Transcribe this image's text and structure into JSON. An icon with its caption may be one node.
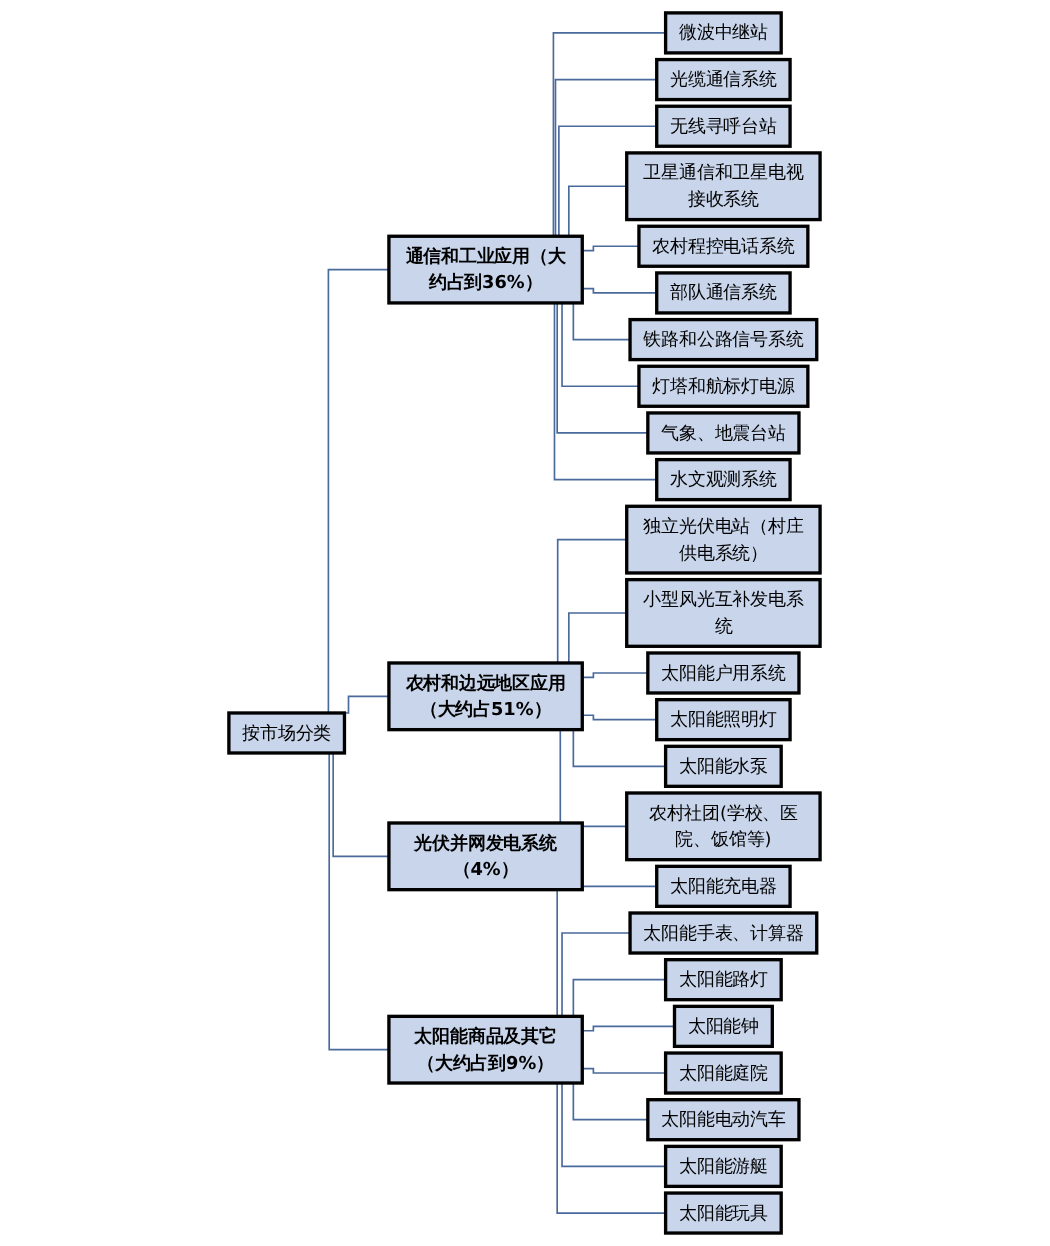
{
  "diagram": {
    "nodes": [
      {
        "text": [
          "按市场分类"
        ]
      },
      {
        "text": [
          "通信和工业应用（大约占到36%）"
        ]
      },
      {
        "text": [
          "微波中继站"
        ]
      },
      {
        "text": [
          "光缆通信系统"
        ]
      },
      {
        "text": [
          "无线寻呼台站"
        ]
      },
      {
        "text": [
          "卫星通信和卫星电视接收系统"
        ]
      },
      {
        "text": [
          "农村程控电话系统"
        ]
      },
      {
        "text": [
          "部队通信系统"
        ]
      },
      {
        "text": [
          "铁路和公路信号系统"
        ]
      },
      {
        "text": [
          "灯塔和航标灯电源"
        ]
      },
      {
        "text": [
          "气象、地震台站"
        ]
      },
      {
        "text": [
          "水文观测系统"
        ]
      },
      {
        "text": [
          "农村和边远地区应用（大约占51%）"
        ]
      },
      {
        "text": [
          "独立光伏电站（村庄供电系统）"
        ]
      },
      {
        "text": [
          "小型风光互补发电系统"
        ]
      },
      {
        "text": [
          "太阳能户用系统"
        ]
      },
      {
        "text": [
          "太阳能照明灯"
        ]
      },
      {
        "text": [
          "太阳能水泵"
        ]
      },
      {
        "text": [
          "农村社团(学校、医院、饭馆等)"
        ]
      },
      {
        "text": [
          "光伏并网发电系统（4%）"
        ]
      },
      {
        "text": [
          "太阳能商品及其它（大约占到9%）"
        ]
      },
      {
        "text": [
          "太阳能充电器"
        ]
      },
      {
        "text": [
          "太阳能手表、计算器"
        ]
      },
      {
        "text": [
          "太阳能路灯"
        ]
      },
      {
        "text": [
          "太阳能钟"
        ]
      },
      {
        "text": [
          "太阳能庭院"
        ]
      },
      {
        "text": [
          "太阳能电动汽车"
        ]
      },
      {
        "text": [
          "太阳能游艇"
        ]
      },
      {
        "text": [
          "太阳能玩具"
        ]
      }
    ],
    "edges": [
      {
        "from": 0,
        "to": 1,
        "arrow": "none"
      },
      {
        "from": 0,
        "to": 12,
        "arrow": "none"
      },
      {
        "from": 0,
        "to": 19,
        "arrow": "none"
      },
      {
        "from": 0,
        "to": 20,
        "arrow": "none"
      },
      {
        "from": 1,
        "to": 2,
        "arrow": "none"
      },
      {
        "from": 1,
        "to": 3,
        "arrow": "none"
      },
      {
        "from": 1,
        "to": 4,
        "arrow": "none"
      },
      {
        "from": 1,
        "to": 5,
        "arrow": "none"
      },
      {
        "from": 1,
        "to": 6,
        "arrow": "none"
      },
      {
        "from": 1,
        "to": 7,
        "arrow": "none"
      },
      {
        "from": 1,
        "to": 8,
        "arrow": "none"
      },
      {
        "from": 1,
        "to": 9,
        "arrow": "none"
      },
      {
        "from": 1,
        "to": 10,
        "arrow": "none"
      },
      {
        "from": 1,
        "to": 11,
        "arrow": "none"
      },
      {
        "from": 12,
        "to": 13,
        "arrow": "none"
      },
      {
        "from": 12,
        "to": 14,
        "arrow": "none"
      },
      {
        "from": 12,
        "to": 15,
        "arrow": "none"
      },
      {
        "from": 12,
        "to": 16,
        "arrow": "none"
      },
      {
        "from": 12,
        "to": 17,
        "arrow": "none"
      },
      {
        "from": 12,
        "to": 18,
        "arrow": "none"
      },
      {
        "from": 20,
        "to": 21,
        "arrow": "none"
      },
      {
        "from": 20,
        "to": 22,
        "arrow": "none"
      },
      {
        "from": 20,
        "to": 23,
        "arrow": "none"
      },
      {
        "from": 20,
        "to": 24,
        "arrow": "none"
      },
      {
        "from": 20,
        "to": 25,
        "arrow": "none"
      },
      {
        "from": 20,
        "to": 26,
        "arrow": "none"
      },
      {
        "from": 20,
        "to": 27,
        "arrow": "none"
      },
      {
        "from": 20,
        "to": 28,
        "arrow": "none"
      }
    ]
  }
}
